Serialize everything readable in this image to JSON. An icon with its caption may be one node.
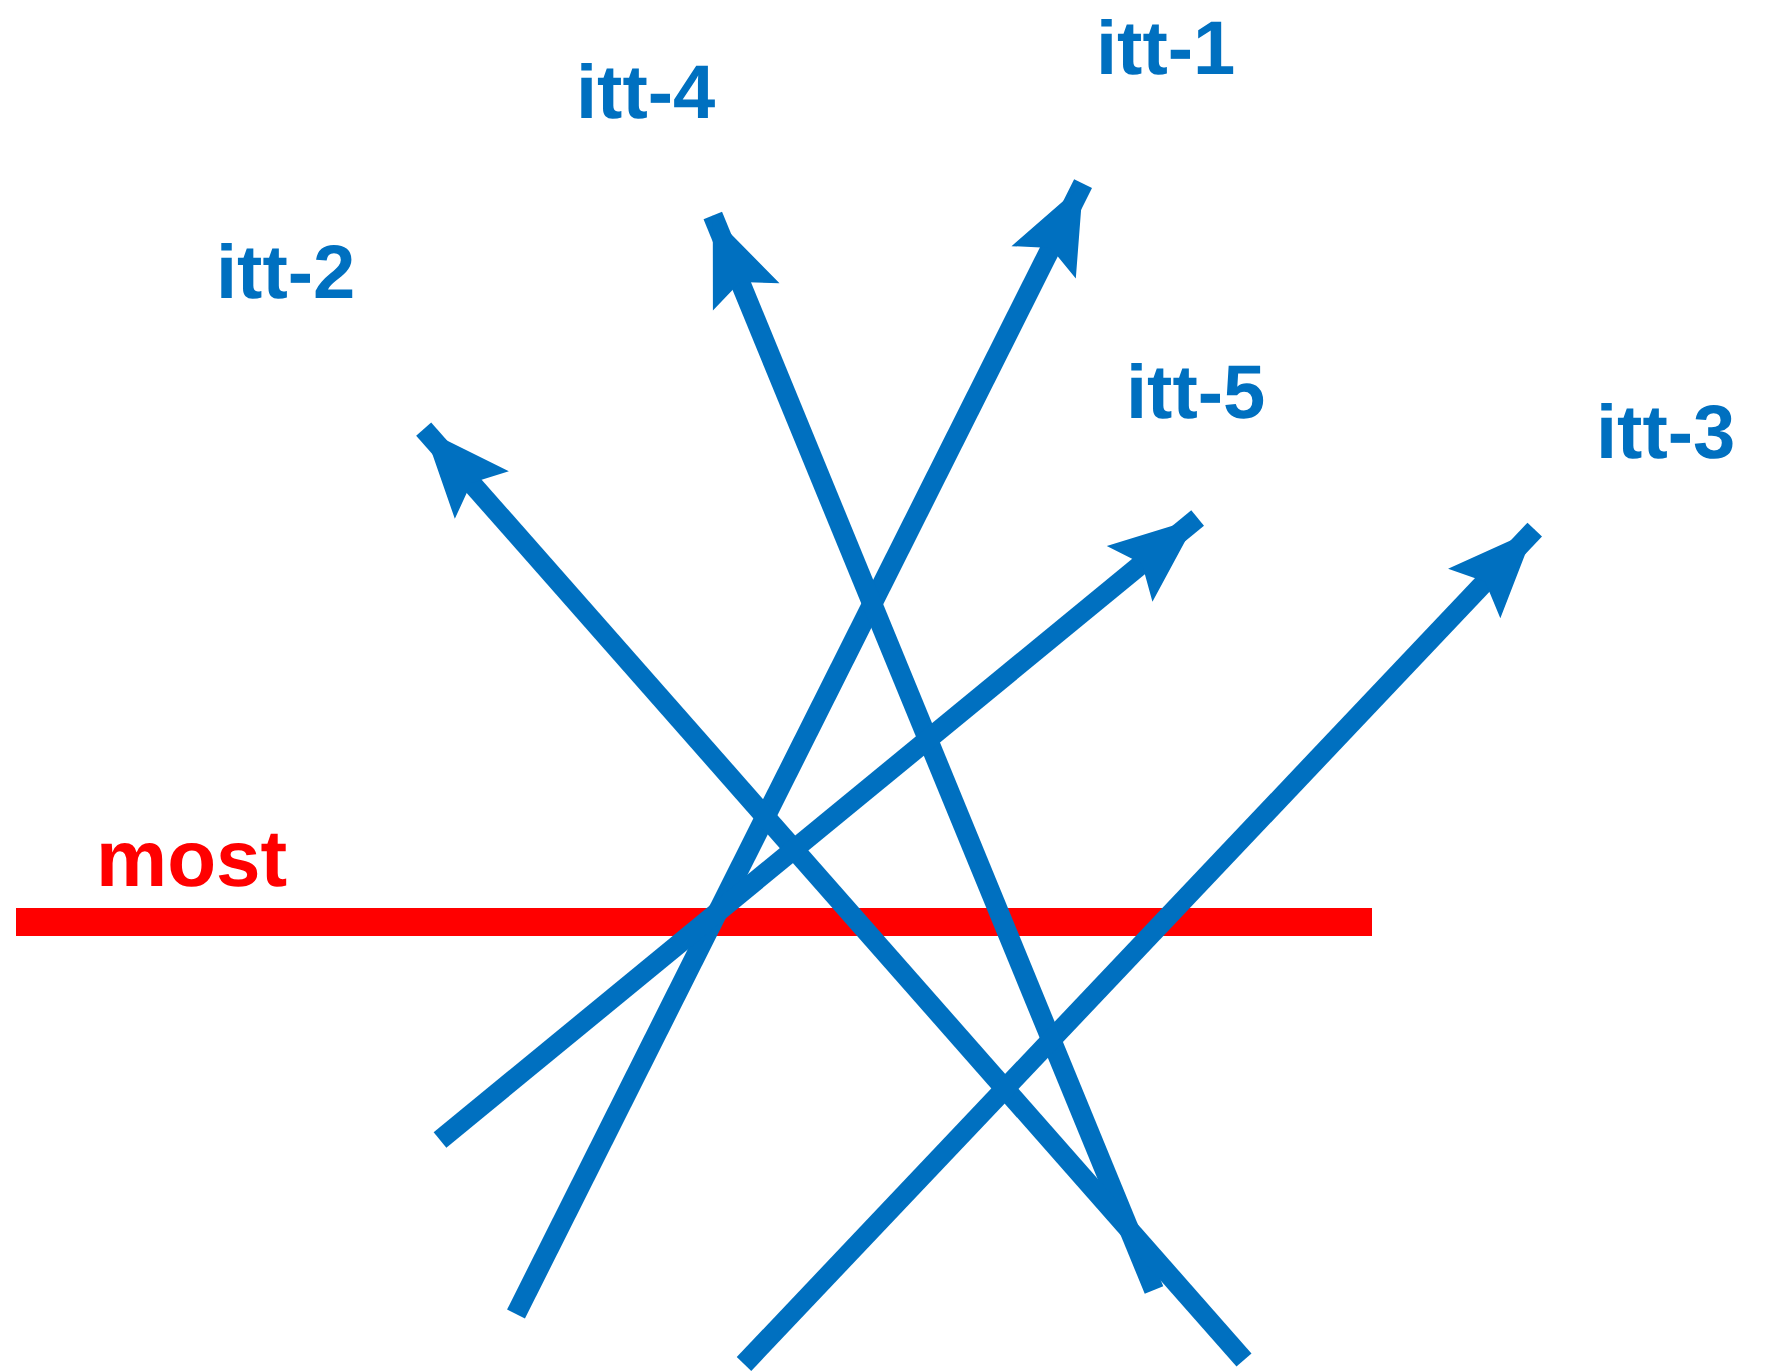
{
  "diagram": {
    "nodes": [
      {
        "text": [
          "itt-1"
        ]
      },
      {
        "text": [
          "itt-4"
        ]
      },
      {
        "text": [
          "itt-2"
        ]
      },
      {
        "text": [
          "itt-5"
        ]
      },
      {
        "text": [
          "itt-3"
        ]
      }
    ],
    "edges": [
      {
        "from": null,
        "to": 0,
        "arrow": "to"
      },
      {
        "from": null,
        "to": 1,
        "arrow": "to"
      },
      {
        "from": null,
        "to": 2,
        "arrow": "to"
      },
      {
        "from": null,
        "to": 3,
        "arrow": "to"
      },
      {
        "from": null,
        "to": 4,
        "arrow": "to"
      }
    ],
    "labels": [
      "most"
    ]
  }
}
